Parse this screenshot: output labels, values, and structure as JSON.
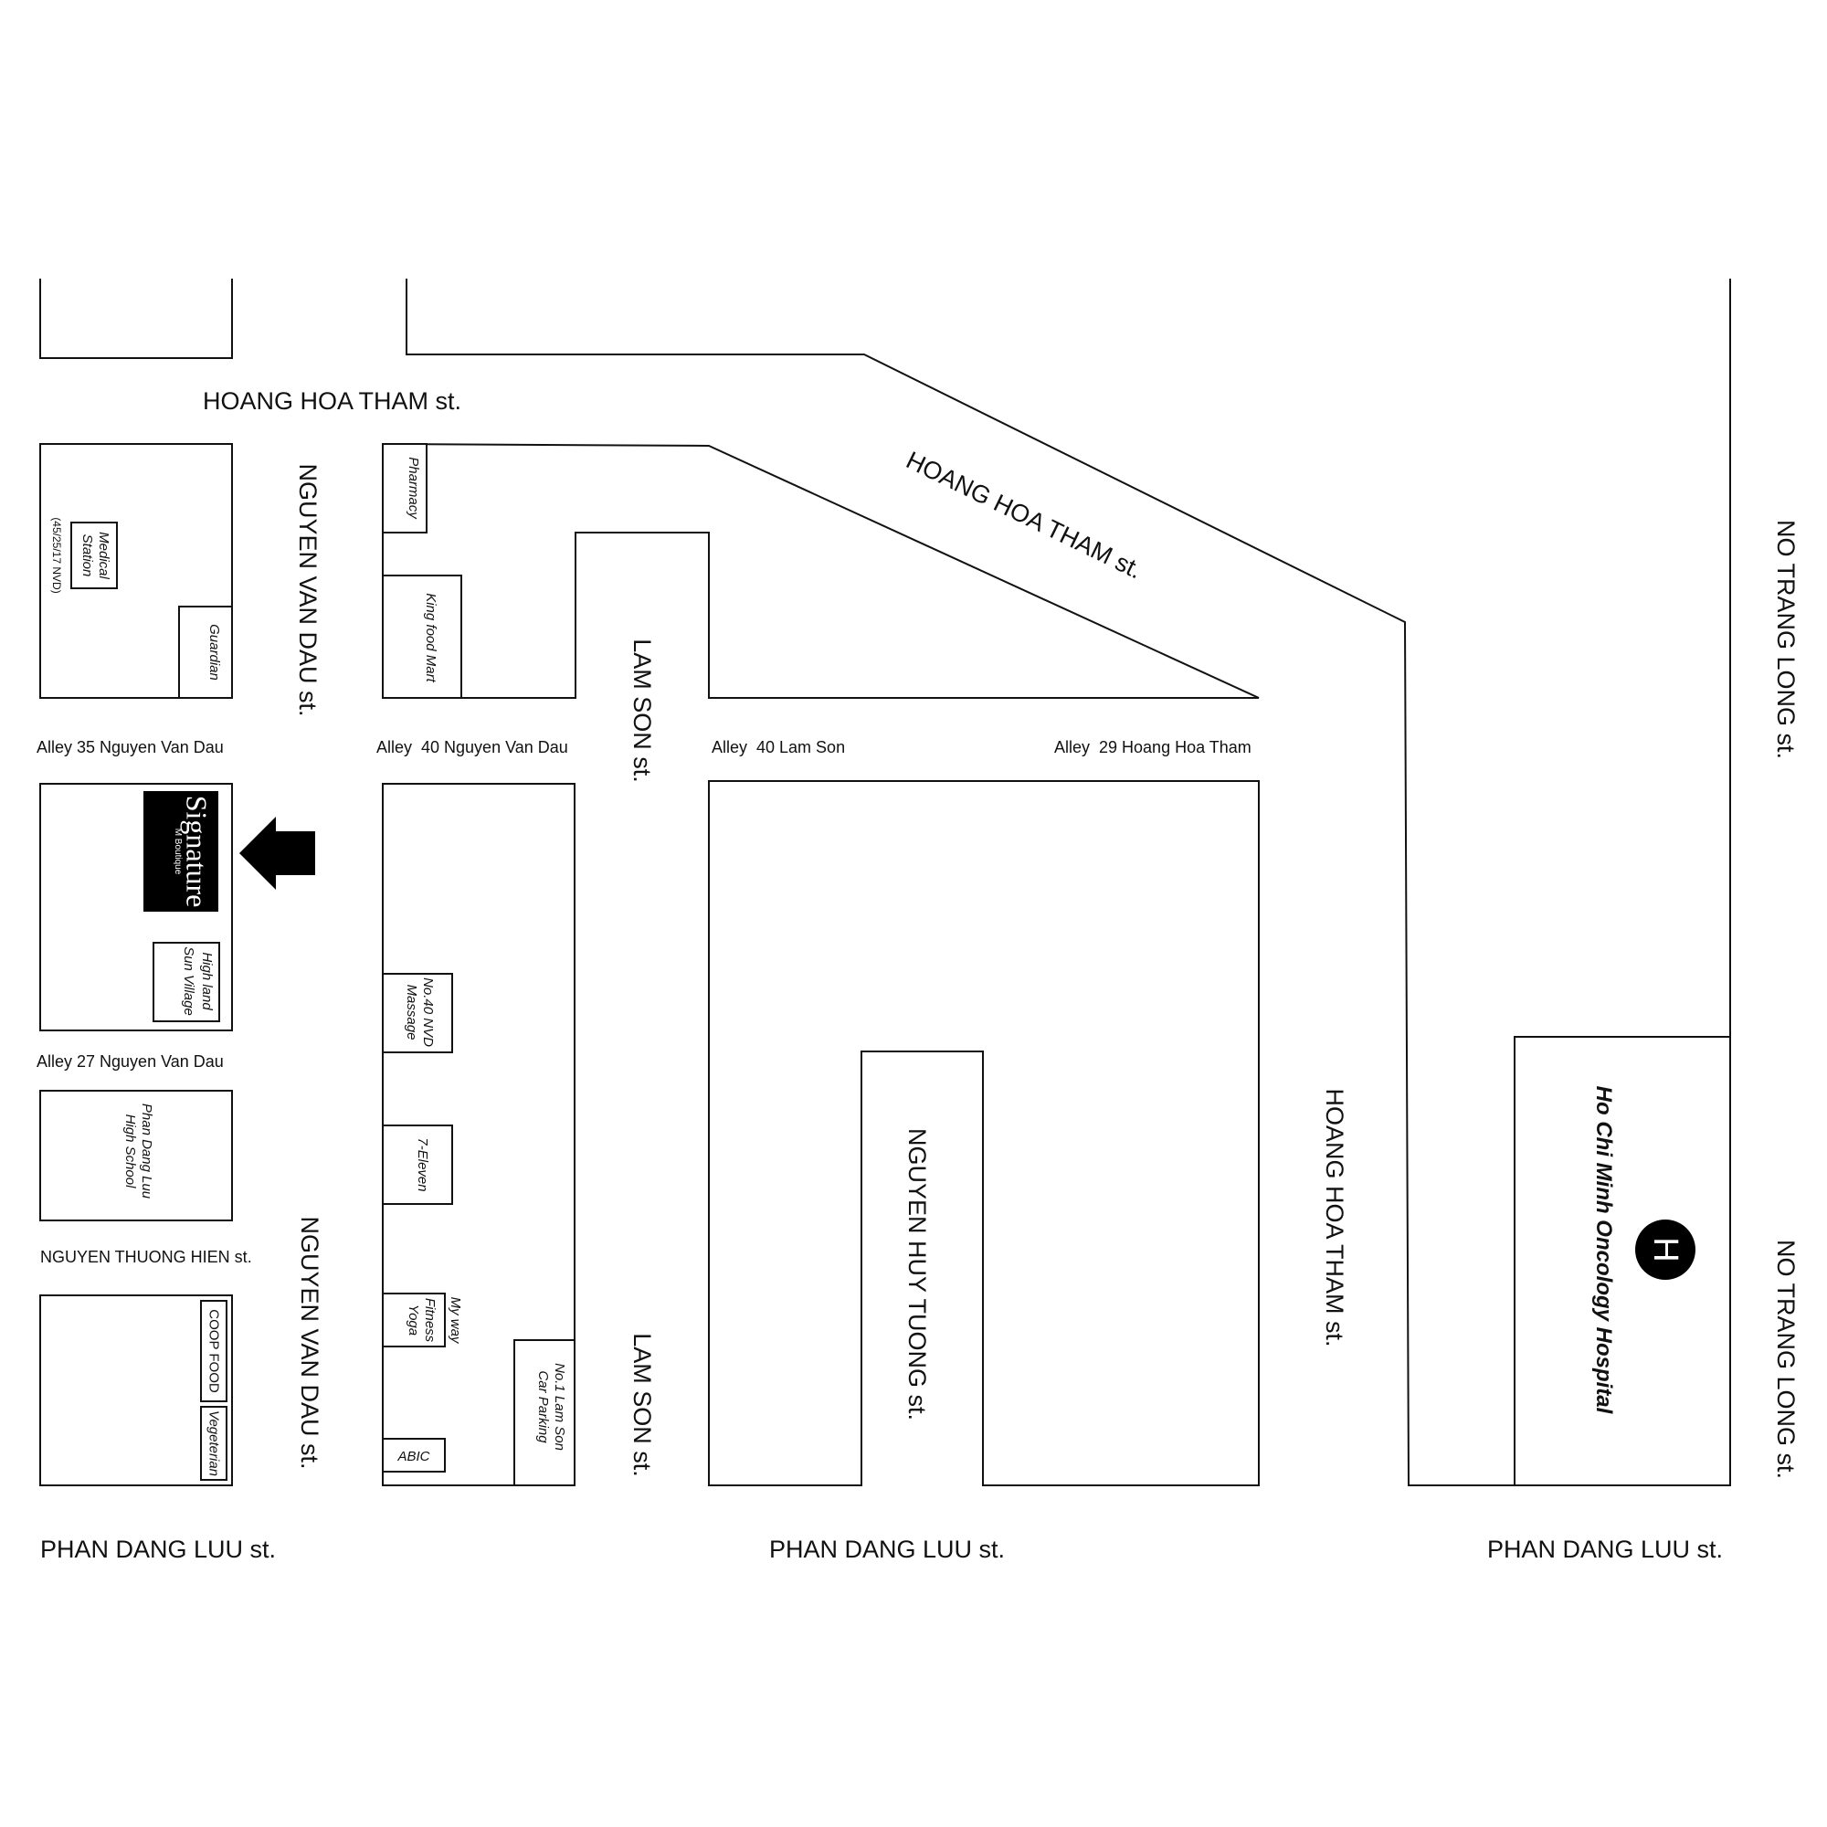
{
  "streets": {
    "hoang_hoa_tham_top": "HOANG HOA THAM st.",
    "hoang_hoa_tham_diag": "HOANG HOA THAM st.",
    "hoang_hoa_tham_vert": "HOANG HOA THAM st.",
    "nguyen_van_dau_upper": "NGUYEN VAN DAU st.",
    "nguyen_van_dau_lower": "NGUYEN VAN DAU st.",
    "lam_son_upper": "LAM SON st.",
    "lam_son_lower": "LAM SON st.",
    "no_trang_long_upper": "NO TRANG LONG st.",
    "no_trang_long_lower": "NO TRANG LONG st.",
    "nguyen_huy_tuong": "NGUYEN HUY TUONG st.",
    "nguyen_thuong_hien": "NGUYEN THUONG HIEN st.",
    "phan_dang_luu_left": "PHAN DANG LUU st.",
    "phan_dang_luu_mid": "PHAN DANG LUU st.",
    "phan_dang_luu_right": "PHAN DANG LUU st."
  },
  "alleys": {
    "a35_nvd": "Alley 35 Nguyen Van Dau",
    "a40_nvd": "Alley  40 Nguyen Van Dau",
    "a40_ls": "Alley  40 Lam Son",
    "a29_hht": "Alley  29 Hoang Hoa Tham",
    "a27_nvd": "Alley 27 Nguyen Van Dau"
  },
  "places": {
    "medical_line1": "Medical",
    "medical_line2": "Station",
    "medical_address": "(45/25/17 NVD)",
    "guardian": "Guardian",
    "pharmacy": "Pharmacy",
    "king_food_mart": "King food Mart",
    "signature_small": "M Boutique",
    "signature_main": "Signature",
    "highland_line1": "High land",
    "highland_line2": "Sun Village",
    "phan_dang_luu_hs_line1": "Phan Dang Luu",
    "phan_dang_luu_hs_line2": "High School",
    "coop_food": "COOP FOOD",
    "vegeterian": "Vegeterian",
    "massage_line1": "No.40 NVD",
    "massage_line2": "Massage",
    "seven_eleven": "7-Eleven",
    "myway_line1": "My way",
    "myway_line2": "Fitness",
    "myway_line3": "Yoga",
    "abic": "ABIC",
    "parking_line1": "No.1 Lam Son",
    "parking_line2": "Car Parking",
    "hospital": "Ho Chi Minh Oncology Hospital",
    "hospital_symbol": "H"
  },
  "colors": {
    "ink": "#111111",
    "background": "#ffffff",
    "highlight_block": "#000000"
  },
  "icons": {
    "location_arrow": "arrow-left-icon",
    "hospital": "hospital-h-icon"
  }
}
